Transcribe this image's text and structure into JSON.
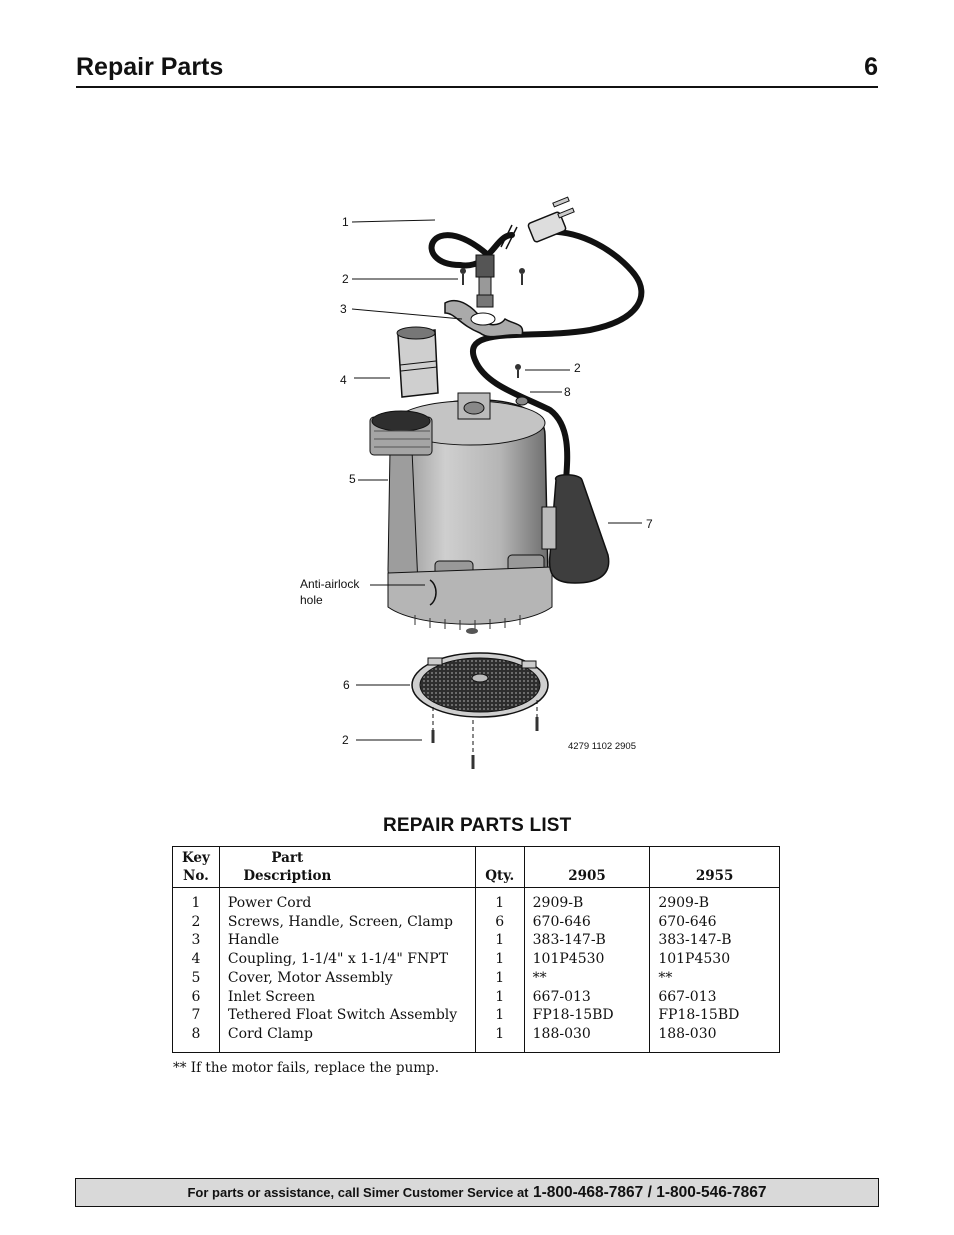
{
  "header": {
    "title": "Repair Parts",
    "page_number": "6"
  },
  "diagram": {
    "callouts": [
      "1",
      "2",
      "3",
      "4",
      "2",
      "8",
      "5",
      "7",
      "6",
      "2"
    ],
    "anti_airlock_line1": "Anti-airlock",
    "anti_airlock_line2": "hole",
    "drawing_number": "4279 1102 2905"
  },
  "parts_list": {
    "title": "REPAIR PARTS LIST",
    "headers": {
      "key_line1": "Key",
      "key_line2": "No.",
      "desc_line1": "Part",
      "desc_line2": "Description",
      "qty": "Qty.",
      "model_a": "2905",
      "model_b": "2955"
    },
    "rows": [
      {
        "key": "1",
        "desc": "Power Cord",
        "qty": "1",
        "a": "2909-B",
        "b": "2909-B"
      },
      {
        "key": "2",
        "desc": "Screws, Handle, Screen, Clamp",
        "qty": "6",
        "a": "670-646",
        "b": "670-646"
      },
      {
        "key": "3",
        "desc": "Handle",
        "qty": "1",
        "a": "383-147-B",
        "b": "383-147-B"
      },
      {
        "key": "4",
        "desc": "Coupling, 1-1/4\" x 1-1/4\" FNPT",
        "qty": "1",
        "a": "101P4530",
        "b": "101P4530"
      },
      {
        "key": "5",
        "desc": "Cover, Motor Assembly",
        "qty": "1",
        "a": "**",
        "b": "**"
      },
      {
        "key": "6",
        "desc": "Inlet Screen",
        "qty": "1",
        "a": "667-013",
        "b": "667-013"
      },
      {
        "key": "7",
        "desc": "Tethered Float Switch Assembly",
        "qty": "1",
        "a": "FP18-15BD",
        "b": "FP18-15BD"
      },
      {
        "key": "8",
        "desc": "Cord Clamp",
        "qty": "1",
        "a": "188-030",
        "b": "188-030"
      }
    ],
    "footnote": "** If the motor fails, replace the pump."
  },
  "footer": {
    "text": "For parts or assistance, call Simer Customer Service at",
    "phone": "1-800-468-7867 / 1-800-546-7867"
  }
}
